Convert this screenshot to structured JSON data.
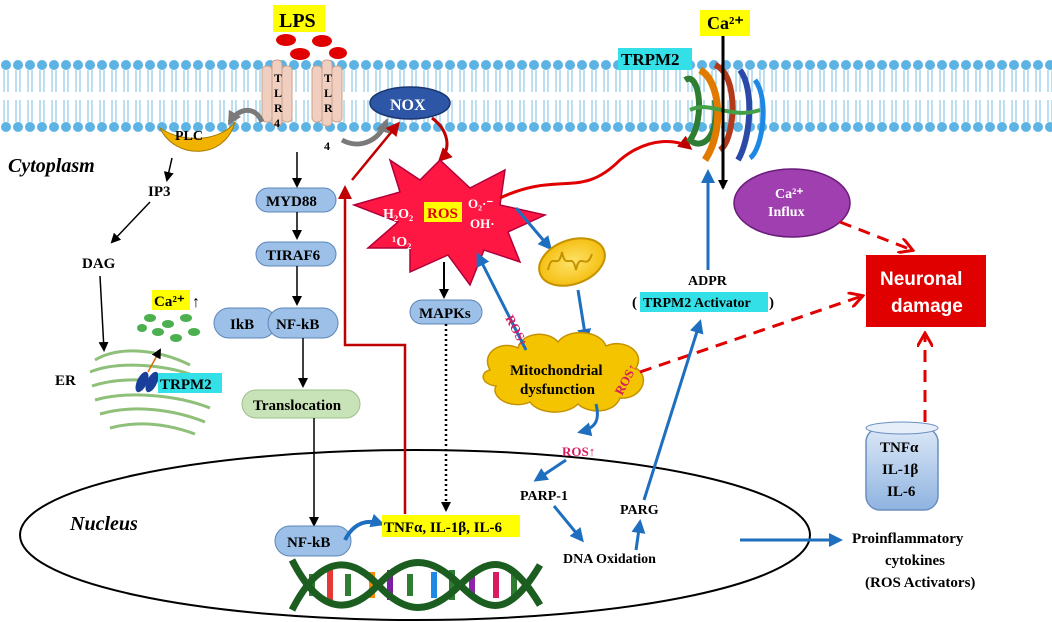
{
  "labels": {
    "lps": "LPS",
    "ca_top": "Ca²⁺",
    "trpm2_top": "TRPM2",
    "cytoplasm": "Cytoplasm",
    "nucleus": "Nucleus",
    "tlr_left": [
      "T",
      "L",
      "R",
      "4"
    ],
    "tlr_right": [
      "T",
      "L",
      "R",
      "4"
    ],
    "nox": "NOX",
    "plc": "PLC",
    "ip3": "IP3",
    "dag": "DAG",
    "er": "ER",
    "ca_er": "Ca²⁺",
    "trpm2_er": "TRPM2",
    "myd88": "MYD88",
    "tiraf6": "TIRAF6",
    "ikb": "IkB",
    "nfkb": "NF-kB",
    "translocation": "Translocation",
    "nfkb_nucleus": "NF-kB",
    "cytokine_genes": "TNFα, IL-1β, IL-6",
    "ros_h2o2": "H₂O₂",
    "ros_main": "ROS",
    "ros_o2": "O₂·⁻",
    "ros_oh": "OH·",
    "ros_1o2": "¹O₂",
    "mapks": "MAPKs",
    "ros_up_1": "ROS↑",
    "ros_up_2": "ROS↑",
    "ros_up_3": "ROS↑",
    "mito_dys_1": "Mitochondrial",
    "mito_dys_2": "dysfunction",
    "parp1": "PARP-1",
    "parg": "PARG",
    "dna_ox": "DNA Oxidation",
    "adpr": "ADPR",
    "trpm2_activator": "TRPM2 Activator",
    "ca_influx_1": "Ca²⁺",
    "ca_influx_2": "Influx",
    "neuronal_1": "Neuronal",
    "neuronal_2": "damage",
    "cyto_box": [
      "TNFα",
      "IL-1β",
      "IL-6"
    ],
    "proinfl_1": "Proinflammatory",
    "proinfl_2": "cytokines",
    "proinfl_3": "(ROS Activators)"
  },
  "colors": {
    "membrane_blue": "#4aa3d8",
    "yellow_hl": "#ffff00",
    "cyan_hl": "#33e0e8",
    "red": "#e00000",
    "dark_red": "#c00000",
    "arrow_blue": "#1e6fc0",
    "pill_blue": "#9cc0e8",
    "green_pill": "#c9e3b8",
    "mito_yellow": "#f5c400",
    "magenta": "#c71585",
    "ros_star": "#ff1744",
    "purple": "#a040b0"
  }
}
